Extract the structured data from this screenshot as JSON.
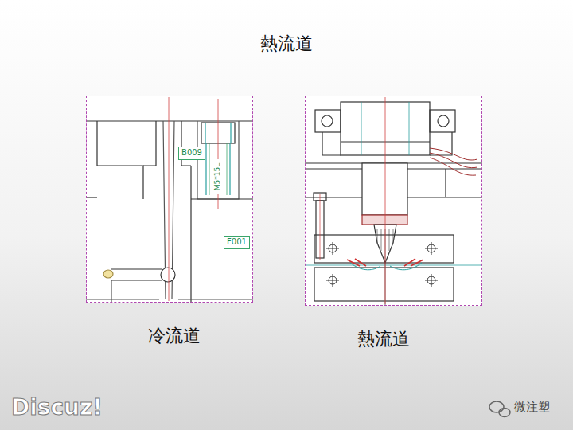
{
  "diagram": {
    "title": "熱流道",
    "nodes": [
      {
        "text": [
          "冷流道"
        ]
      },
      {
        "text": [
          "B009"
        ],
        "in": 0
      },
      {
        "text": [
          "F001"
        ],
        "in": 0
      },
      {
        "text": [
          "熱流道"
        ]
      }
    ],
    "labels": [
      "M5*15L",
      "Discuz!",
      "微注塑"
    ]
  }
}
